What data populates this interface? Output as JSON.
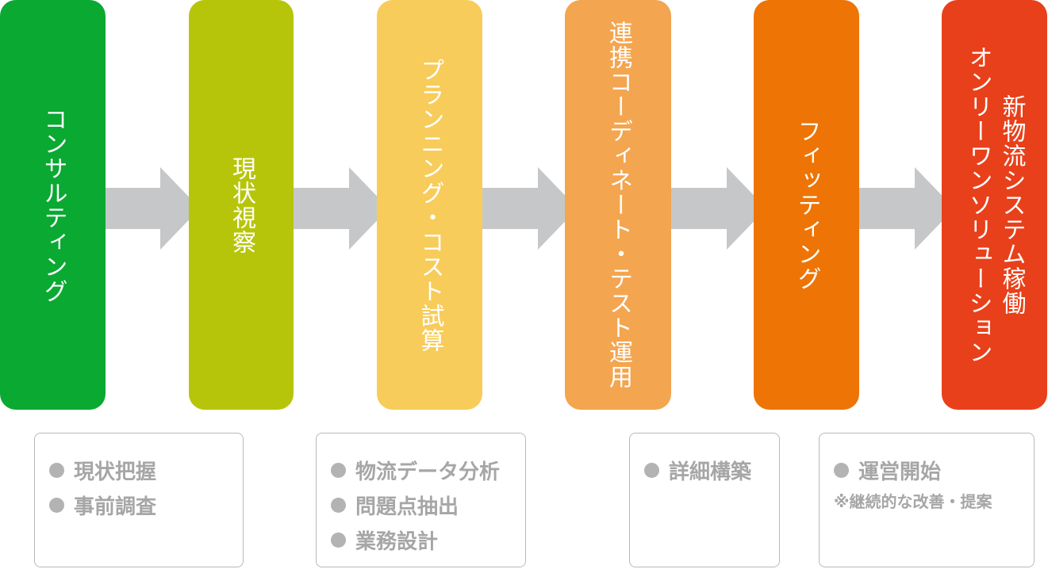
{
  "steps": [
    {
      "lines": [
        "コンサルティング"
      ],
      "color": "#0aa932"
    },
    {
      "lines": [
        "現状視察"
      ],
      "color": "#b7c50a"
    },
    {
      "lines": [
        "プランニング・コスト試算"
      ],
      "color": "#f7cc5a"
    },
    {
      "lines": [
        "連携コーディネート・テスト運用"
      ],
      "color": "#f4a54f"
    },
    {
      "lines": [
        "フィッティング"
      ],
      "color": "#ee7405"
    },
    {
      "lines": [
        "新物流システム稼働",
        "オンリーワンソリューション"
      ],
      "color": "#e8401a"
    }
  ],
  "arrow_color": "#c6c7c8",
  "details": [
    {
      "items": [
        "現状把握",
        "事前調査"
      ]
    },
    {
      "items": [
        "物流データ分析",
        "問題点抽出",
        "業務設計"
      ]
    },
    {
      "items": [
        "詳細構築"
      ]
    },
    {
      "items": [
        "運営開始"
      ],
      "note": "※継続的な改善・提案"
    }
  ]
}
